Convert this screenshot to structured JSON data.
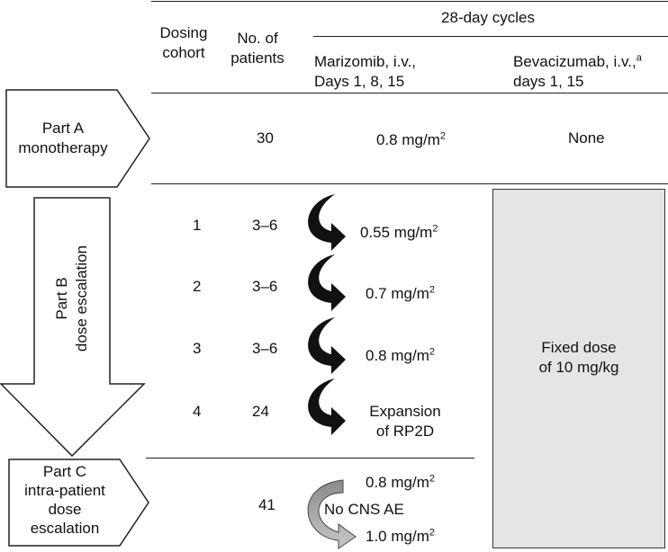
{
  "header": {
    "dosing_cohort": [
      "Dosing",
      "cohort"
    ],
    "no_patients": [
      "No. of",
      "patients"
    ],
    "cycles": "28-day cycles",
    "marizomib": [
      "Marizomib, i.v.,",
      "Days 1, 8, 15"
    ],
    "bevacizumab": [
      "Bevacizumab, i.v.,",
      "a",
      "days 1, 15"
    ]
  },
  "part_a": {
    "label": [
      "Part A",
      "monotherapy"
    ],
    "patients": "30",
    "dose": "0.8 mg/m",
    "dose_exp": "2",
    "bev": "None"
  },
  "part_b": {
    "label": [
      "Part B",
      "dose escalation"
    ],
    "rows": [
      {
        "cohort": "1",
        "patients": "3–6",
        "dose": "0.55 mg/m",
        "exp": "2"
      },
      {
        "cohort": "2",
        "patients": "3–6",
        "dose": "0.7 mg/m",
        "exp": "2"
      },
      {
        "cohort": "3",
        "patients": "3–6",
        "dose": "0.8 mg/m",
        "exp": "2"
      },
      {
        "cohort": "4",
        "patients": "24",
        "dose_lines": [
          "Expansion",
          "of RP2D"
        ]
      }
    ],
    "bev": [
      "Fixed dose",
      "of 10 mg/kg"
    ]
  },
  "part_c": {
    "label": [
      "Part C",
      "intra-patient",
      "dose",
      "escalation"
    ],
    "patients": "41",
    "dose_start": "0.8 mg/m",
    "dose_start_exp": "2",
    "condition": "No CNS AE",
    "dose_end": "1.0 mg/m",
    "dose_end_exp": "2"
  },
  "colors": {
    "arrow_black": "#111111",
    "arrow_gray_top": "#8a8a8a",
    "arrow_gray_bottom": "#c8c8c8",
    "fixed_box": "#e5e5e5"
  }
}
